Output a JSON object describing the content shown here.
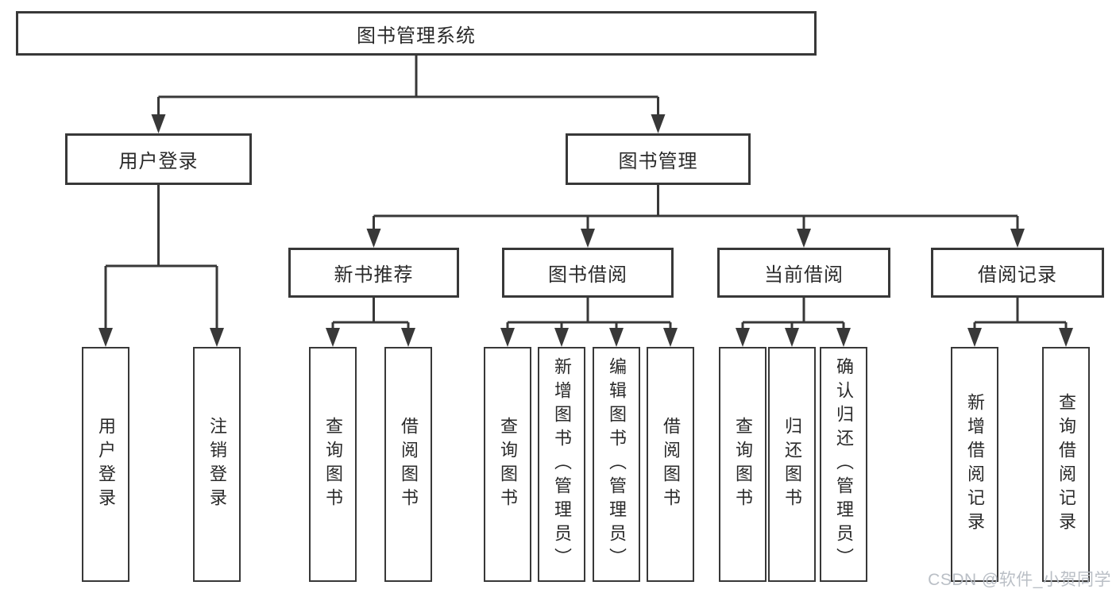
{
  "tree": {
    "label": "图书管理系统",
    "children": [
      {
        "label": "用户登录",
        "children": [
          {
            "label": "用户登录"
          },
          {
            "label": "注销登录"
          }
        ]
      },
      {
        "label": "图书管理",
        "children": [
          {
            "label": "新书推荐",
            "children": [
              {
                "label": "查询图书"
              },
              {
                "label": "借阅图书"
              }
            ]
          },
          {
            "label": "图书借阅",
            "children": [
              {
                "label": "查询图书"
              },
              {
                "label": "新增图书（管理员）"
              },
              {
                "label": "编辑图书（管理员）"
              },
              {
                "label": "借阅图书"
              }
            ]
          },
          {
            "label": "当前借阅",
            "children": [
              {
                "label": "查询图书"
              },
              {
                "label": "归还图书"
              },
              {
                "label": "确认归还（管理员）"
              }
            ]
          },
          {
            "label": "借阅记录",
            "children": [
              {
                "label": "新增借阅记录"
              },
              {
                "label": "查询借阅记录"
              }
            ]
          }
        ]
      }
    ]
  },
  "watermark": {
    "text": "CSDN @软件_小贺同学",
    "color": "#b6bcc3"
  },
  "colors": {
    "line": "#383838",
    "box_border": "#383838",
    "text": "#2a2a2a",
    "background": "#ffffff"
  }
}
